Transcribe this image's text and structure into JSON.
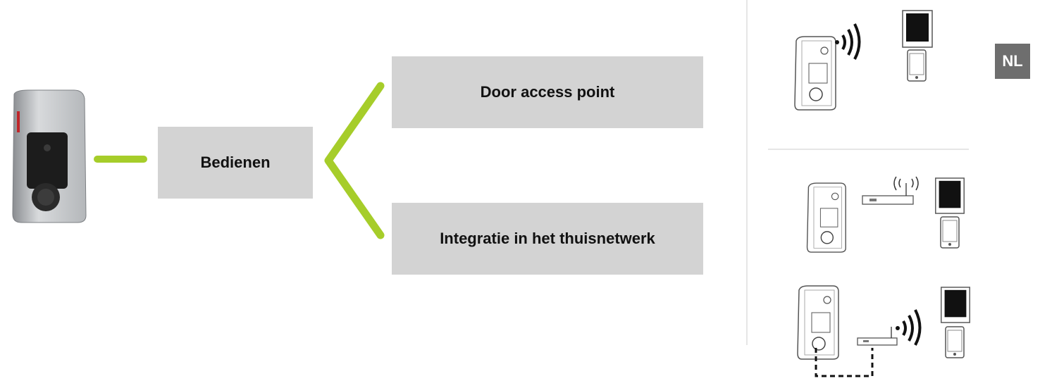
{
  "boxes": {
    "operate": "Bedienen",
    "access_point": "Door access point",
    "home_network": "Integratie in het thuisnetwerk"
  },
  "language_badge": "NL",
  "colors": {
    "connector": "#a6cd2a",
    "box_fill": "#d3d3d3",
    "badge_fill": "#6e6e6e"
  },
  "icons": [
    "wallbox-charger",
    "wifi-signal",
    "tablet",
    "smartphone",
    "router",
    "ethernet-cable"
  ]
}
